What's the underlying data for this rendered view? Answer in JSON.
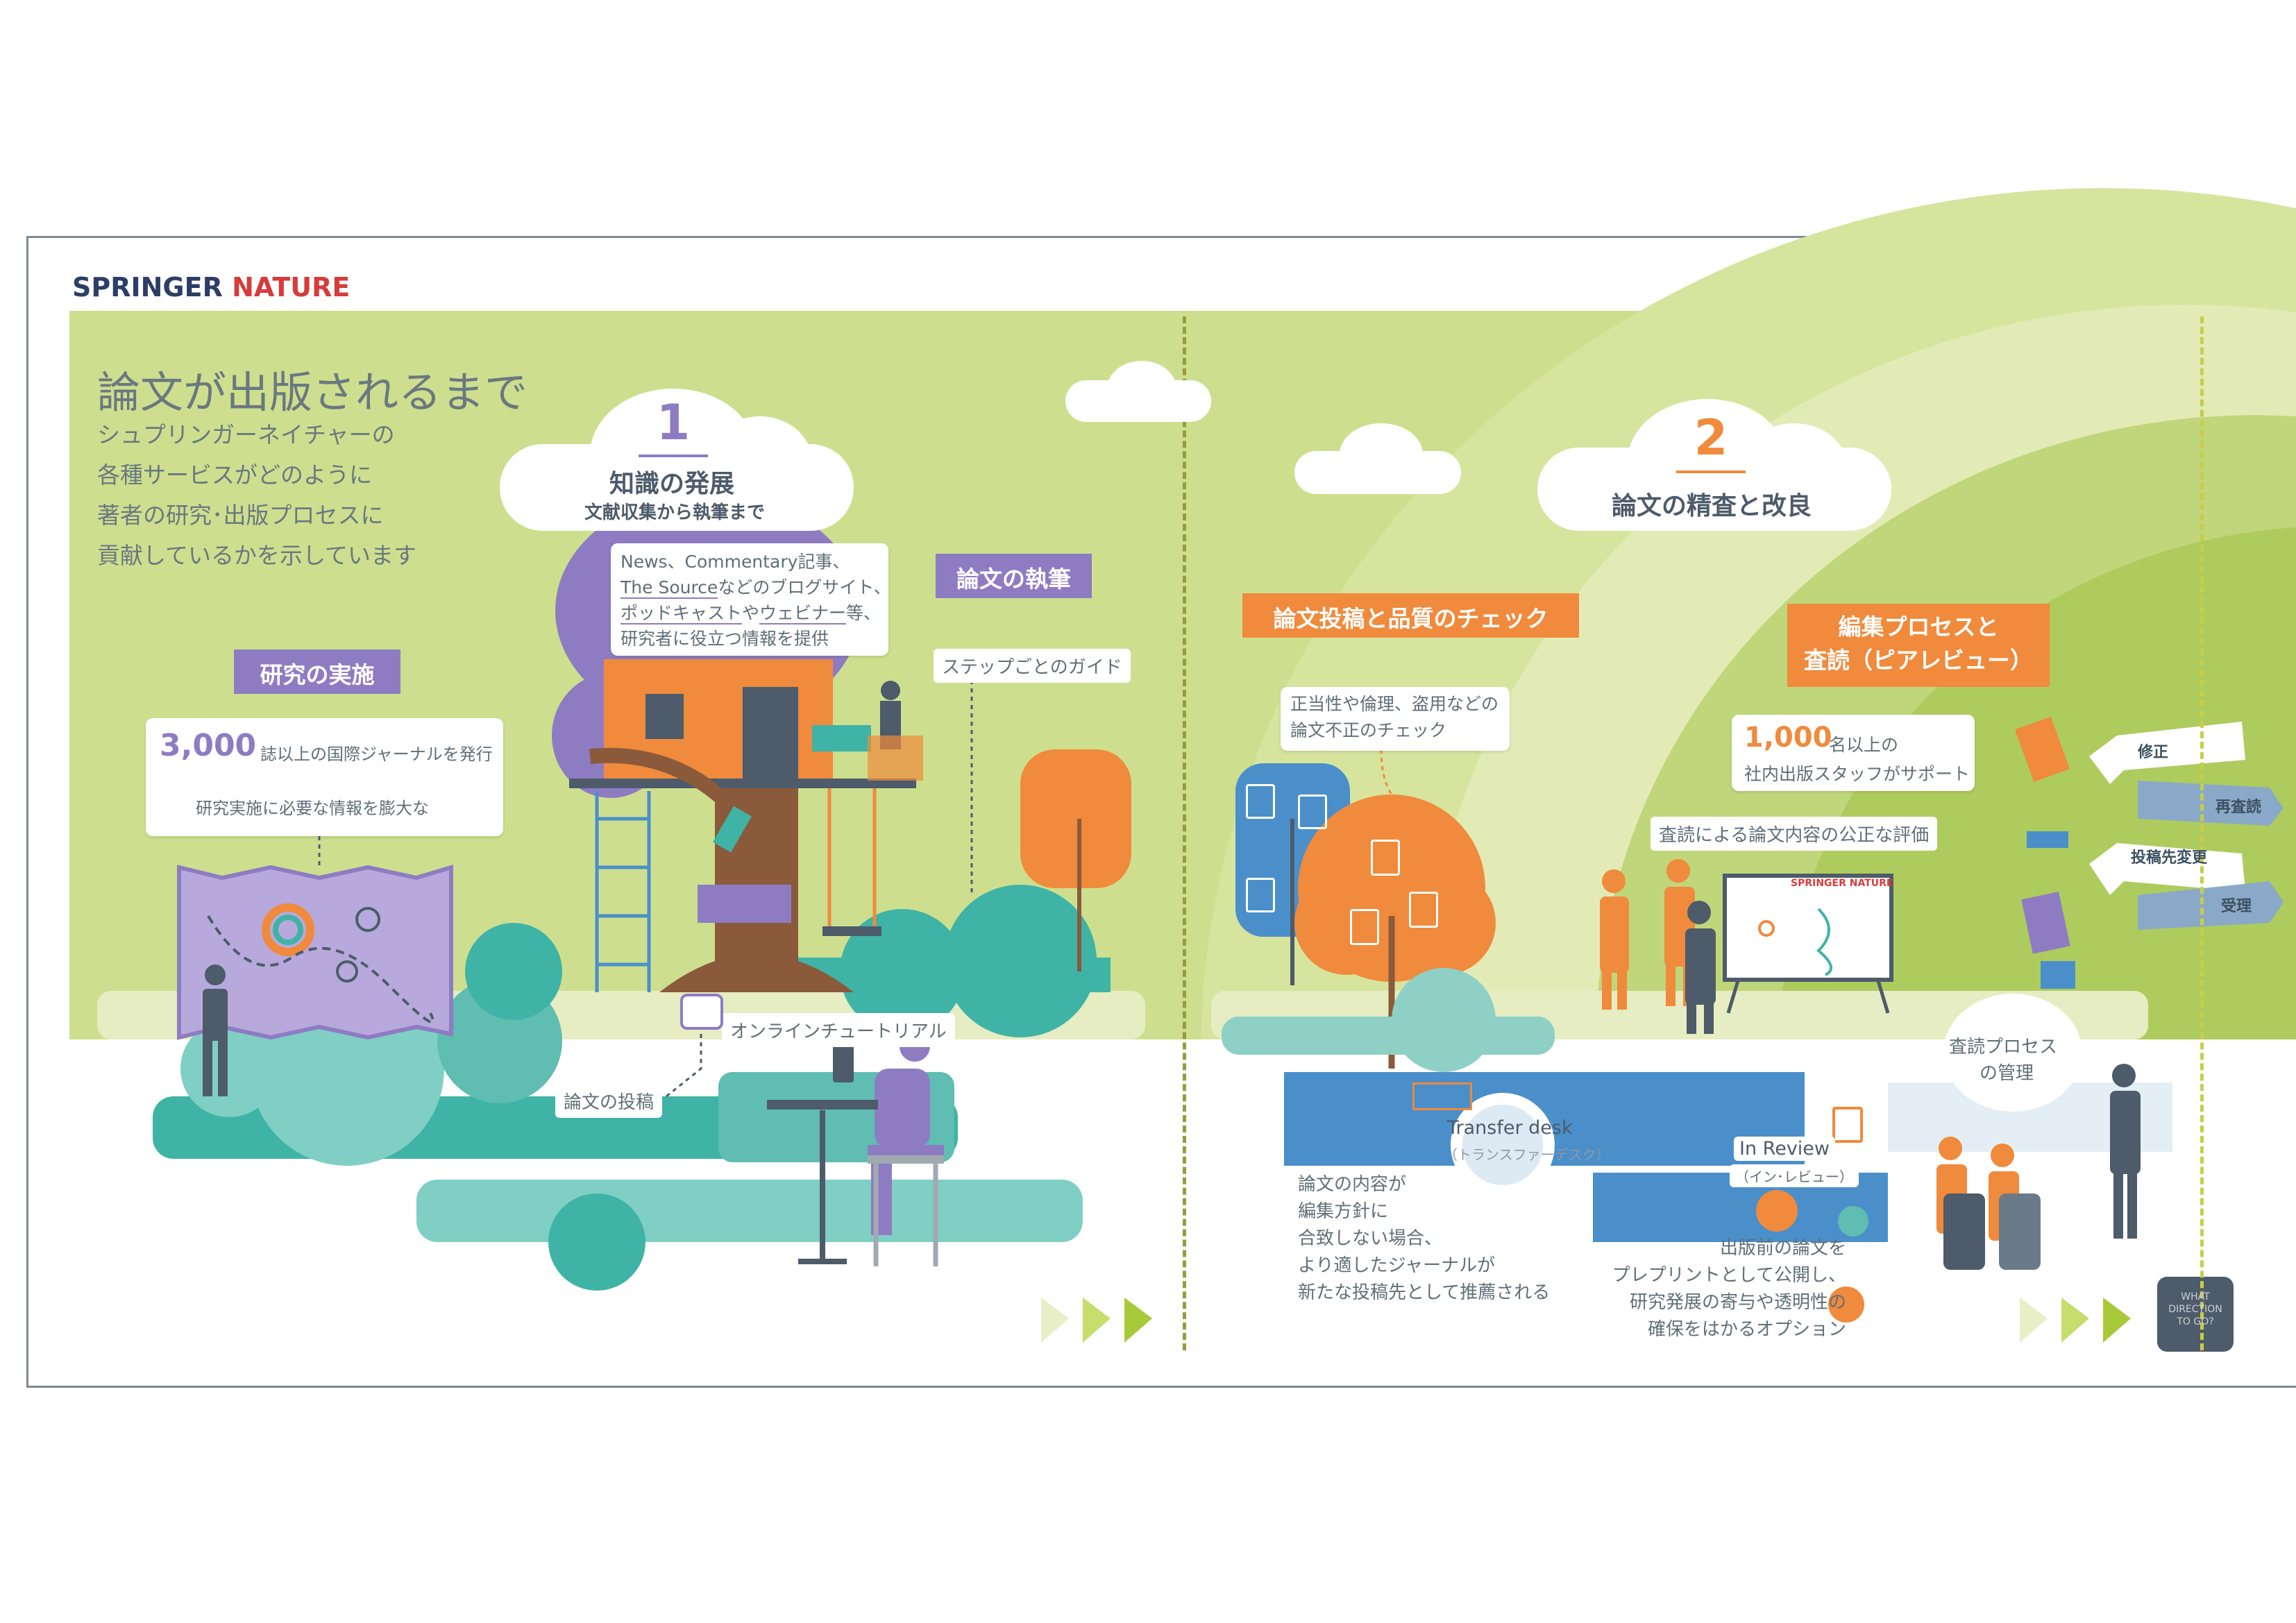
{
  "brand": {
    "part1": "SPRINGER",
    "part2": "NATURE"
  },
  "header": {
    "title": "論文が出版されるまで",
    "subtitle": [
      "シュプリンガーネイチャーの",
      "各種サービスがどのように",
      "著者の研究･出版プロセスに",
      "貢献しているかを示しています"
    ]
  },
  "phase1": {
    "number": "1",
    "title": "知識の発展",
    "subtitle": "文献収集から執筆まで"
  },
  "phase2": {
    "number": "2",
    "title": "論文の精査と改良"
  },
  "research": {
    "tag": "研究の実施",
    "stat": "3,000",
    "stat_text_a": "誌以上の国際ジャーナルを発行",
    "stat_text_b": "研究実施に必要な情報を膨大な"
  },
  "info_box": {
    "line1": "News、Commentary記事、",
    "line2_link": "The Source",
    "line2_rest": "などのブログサイト、",
    "line3_link_a": "ポッドキャスト",
    "line3_mid": "や",
    "line3_link_b": "ウェビナー",
    "line3_rest": "等、",
    "line4": "研究者に役立つ情報を提供"
  },
  "writing": {
    "tag": "論文の執筆",
    "guide": "ステップごとのガイド"
  },
  "tutorial": {
    "label": "オンラインチュートリアル"
  },
  "submission": {
    "label": "論文の投稿"
  },
  "check": {
    "tag": "論文投稿と品質のチェック",
    "text_a": "正当性や倫理、盗用などの",
    "text_b": "論文不正のチェック"
  },
  "editorial": {
    "tag_a": "編集プロセスと",
    "tag_b": "査読（ピアレビュー）",
    "stat": "1,000",
    "stat_text_a": "名以上の",
    "stat_text_b": "社内出版スタッフがサポート",
    "review_text": "査読による論文内容の公正な評価"
  },
  "board": {
    "brand": "SPRINGER NATURE"
  },
  "decisions": {
    "revise": "修正",
    "rereview": "再査読",
    "transfer": "投稿先変更",
    "accept": "受理"
  },
  "manage": {
    "line1": "査読プロセス",
    "line2": "の管理"
  },
  "transfer_desk": {
    "title": "Transfer desk",
    "subtitle": "（トランスファーデスク）",
    "text": [
      "論文の内容が",
      "編集方針に",
      "合致しない場合、",
      "より適したジャーナルが",
      "新たな投稿先として推薦される"
    ]
  },
  "in_review": {
    "title": "In Review",
    "subtitle": "（イン･レビュー）",
    "text": [
      "出版前の論文を",
      "プレプリントとして公開し、",
      "研究発展の寄与や透明性の",
      "確保をはかるオプション"
    ]
  },
  "next": {
    "line1": "WHAT",
    "line2": "DIRECTION",
    "line3": "TO GO?"
  },
  "colors": {
    "purple": "#8e7cc3",
    "orange": "#f08a3c",
    "teal": "#3fb3a6",
    "green_bg": "#cddf8e",
    "blue": "#4a8fca",
    "navy": "#4d5b6a"
  }
}
